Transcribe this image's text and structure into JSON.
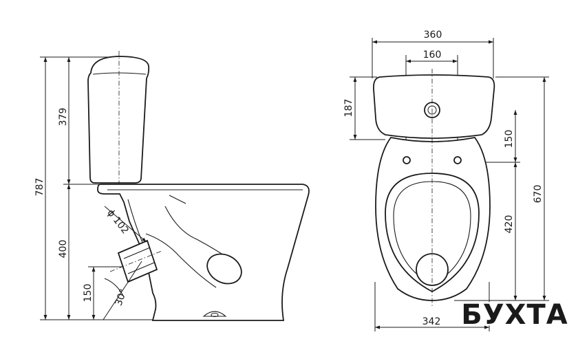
{
  "side_view": {
    "dims": {
      "total_height": "787",
      "tank_height": "379",
      "bowl_height": "400",
      "outlet_height": "150",
      "outlet_diameter": "ϕ 102",
      "outlet_angle": "30°"
    }
  },
  "top_view": {
    "dims": {
      "tank_width": "360",
      "mount_spacing": "160",
      "tank_depth": "187",
      "mount_offset": "150",
      "seat_depth": "420",
      "total_depth": "670",
      "bowl_width": "342"
    }
  },
  "logo": {
    "text": "БУХТА",
    "color": "#e0262b"
  }
}
